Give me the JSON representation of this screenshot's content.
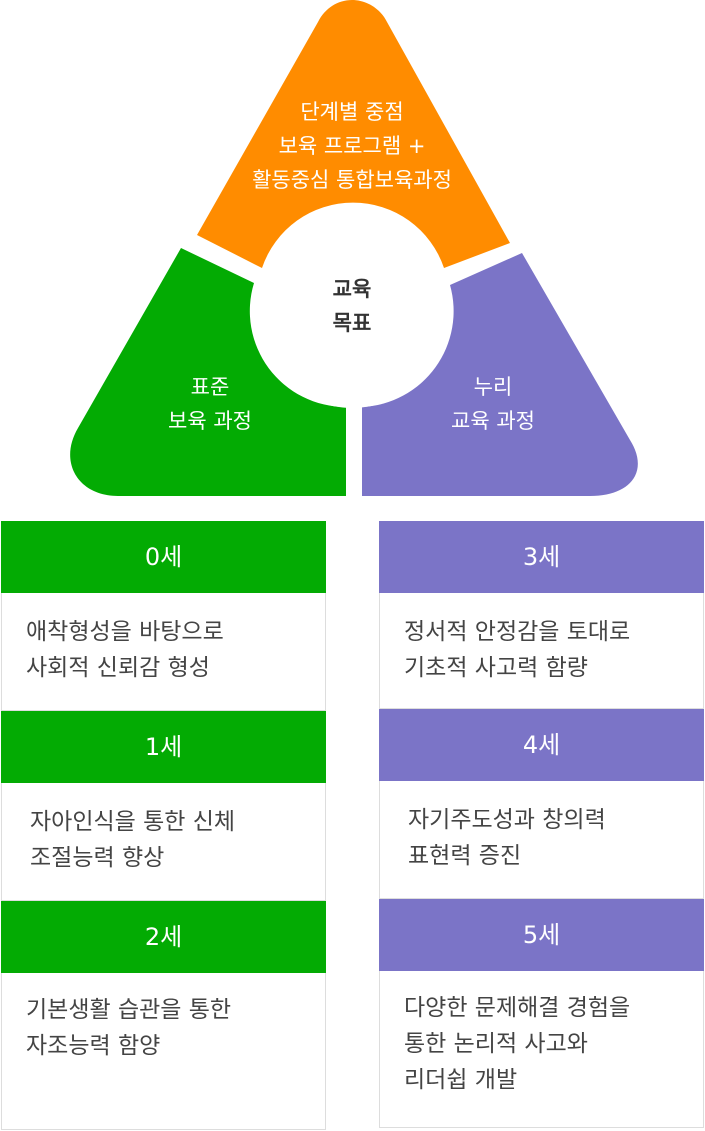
{
  "diagram": {
    "top_segment": {
      "lines": [
        "단계별 중점",
        "보육 프로그램 +",
        "활동중심 통합보육과정"
      ],
      "color": "#ff8c00"
    },
    "left_segment": {
      "lines": [
        "표준",
        "보육 과정"
      ],
      "color": "#03ab03"
    },
    "right_segment": {
      "lines": [
        "누리",
        "교육 과정"
      ],
      "color": "#7b74c7"
    },
    "center": {
      "lines": [
        "교육",
        "목표"
      ]
    }
  },
  "left_column": [
    {
      "age": "0세",
      "lines": [
        "애착형성을 바탕으로",
        "사회적 신뢰감 형성"
      ]
    },
    {
      "age": "1세",
      "lines": [
        "자아인식을 통한 신체",
        "조절능력 향상"
      ]
    },
    {
      "age": "2세",
      "lines": [
        "기본생활 습관을 통한",
        "자조능력 함양"
      ]
    }
  ],
  "right_column": [
    {
      "age": "3세",
      "lines": [
        "정서적 안정감을 토대로",
        "기초적 사고력 함량"
      ]
    },
    {
      "age": "4세",
      "lines": [
        "자기주도성과 창의력",
        "표현력 증진"
      ]
    },
    {
      "age": "5세",
      "lines": [
        "다양한 문제해결 경험을",
        "통한 논리적 사고와",
        "리더쉽 개발"
      ]
    }
  ]
}
